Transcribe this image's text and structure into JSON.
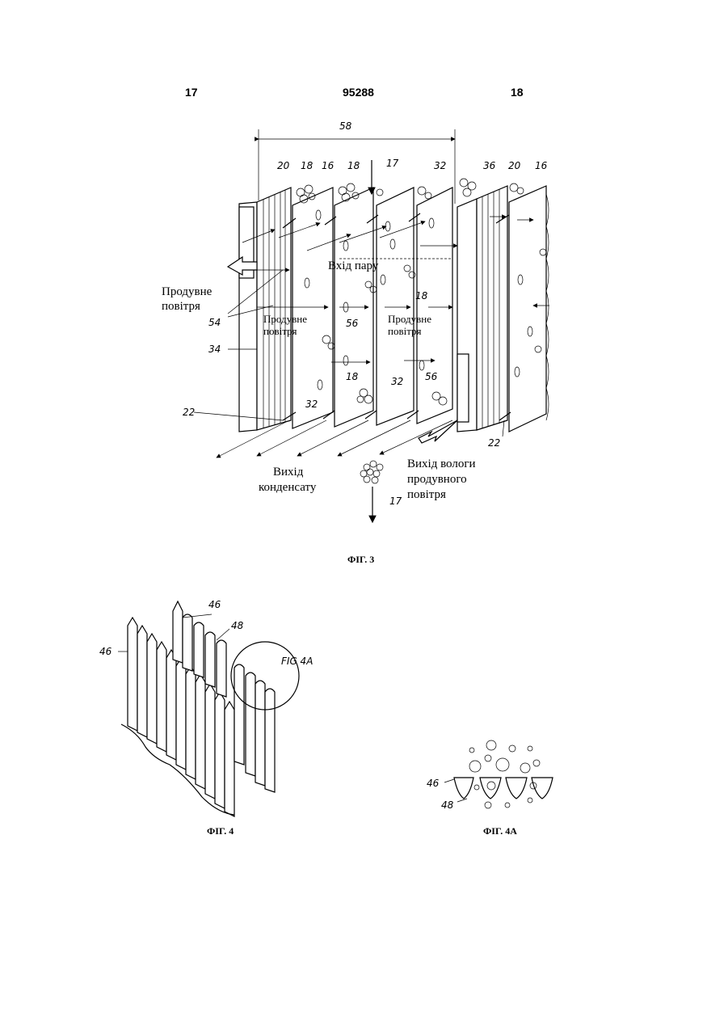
{
  "header": {
    "page_left": "17",
    "patent_number": "95288",
    "page_right": "18"
  },
  "fig3": {
    "caption": "ФІГ. 3",
    "labels": {
      "steam_inlet": "Вхід пару",
      "purge_air_left_1": "Продувне",
      "purge_air_left_2": "повітря",
      "purge_air_mid_1": "Продувне",
      "purge_air_mid_2": "повітря",
      "purge_air_right_1": "Продувне",
      "purge_air_right_2": "повітря",
      "condensate_outlet_1": "Вихід",
      "condensate_outlet_2": "конденсату",
      "moisture_outlet_1": "Вихід вологи",
      "moisture_outlet_2": "продувного",
      "moisture_outlet_3": "повітря"
    },
    "refs": {
      "r58": "58",
      "r17_top": "17",
      "r17_bottom": "17",
      "r20_a": "20",
      "r18_a": "18",
      "r16_a": "16",
      "r18_b": "18",
      "r32_a": "32",
      "r36": "36",
      "r20_b": "20",
      "r16_b": "16",
      "r54": "54",
      "r34": "34",
      "r56_a": "56",
      "r18_c": "18",
      "r18_d": "18",
      "r32_b": "32",
      "r56_b": "56",
      "r32_c": "32",
      "r22_a": "22",
      "r22_b": "22"
    }
  },
  "fig4": {
    "caption": "ФІГ. 4",
    "refs": {
      "r46_top": "46",
      "r48": "48",
      "r46_left": "46",
      "detail_label": "FIG 4A"
    }
  },
  "fig4a": {
    "caption": "ФІГ. 4А",
    "refs": {
      "r46": "46",
      "r48": "48"
    }
  }
}
